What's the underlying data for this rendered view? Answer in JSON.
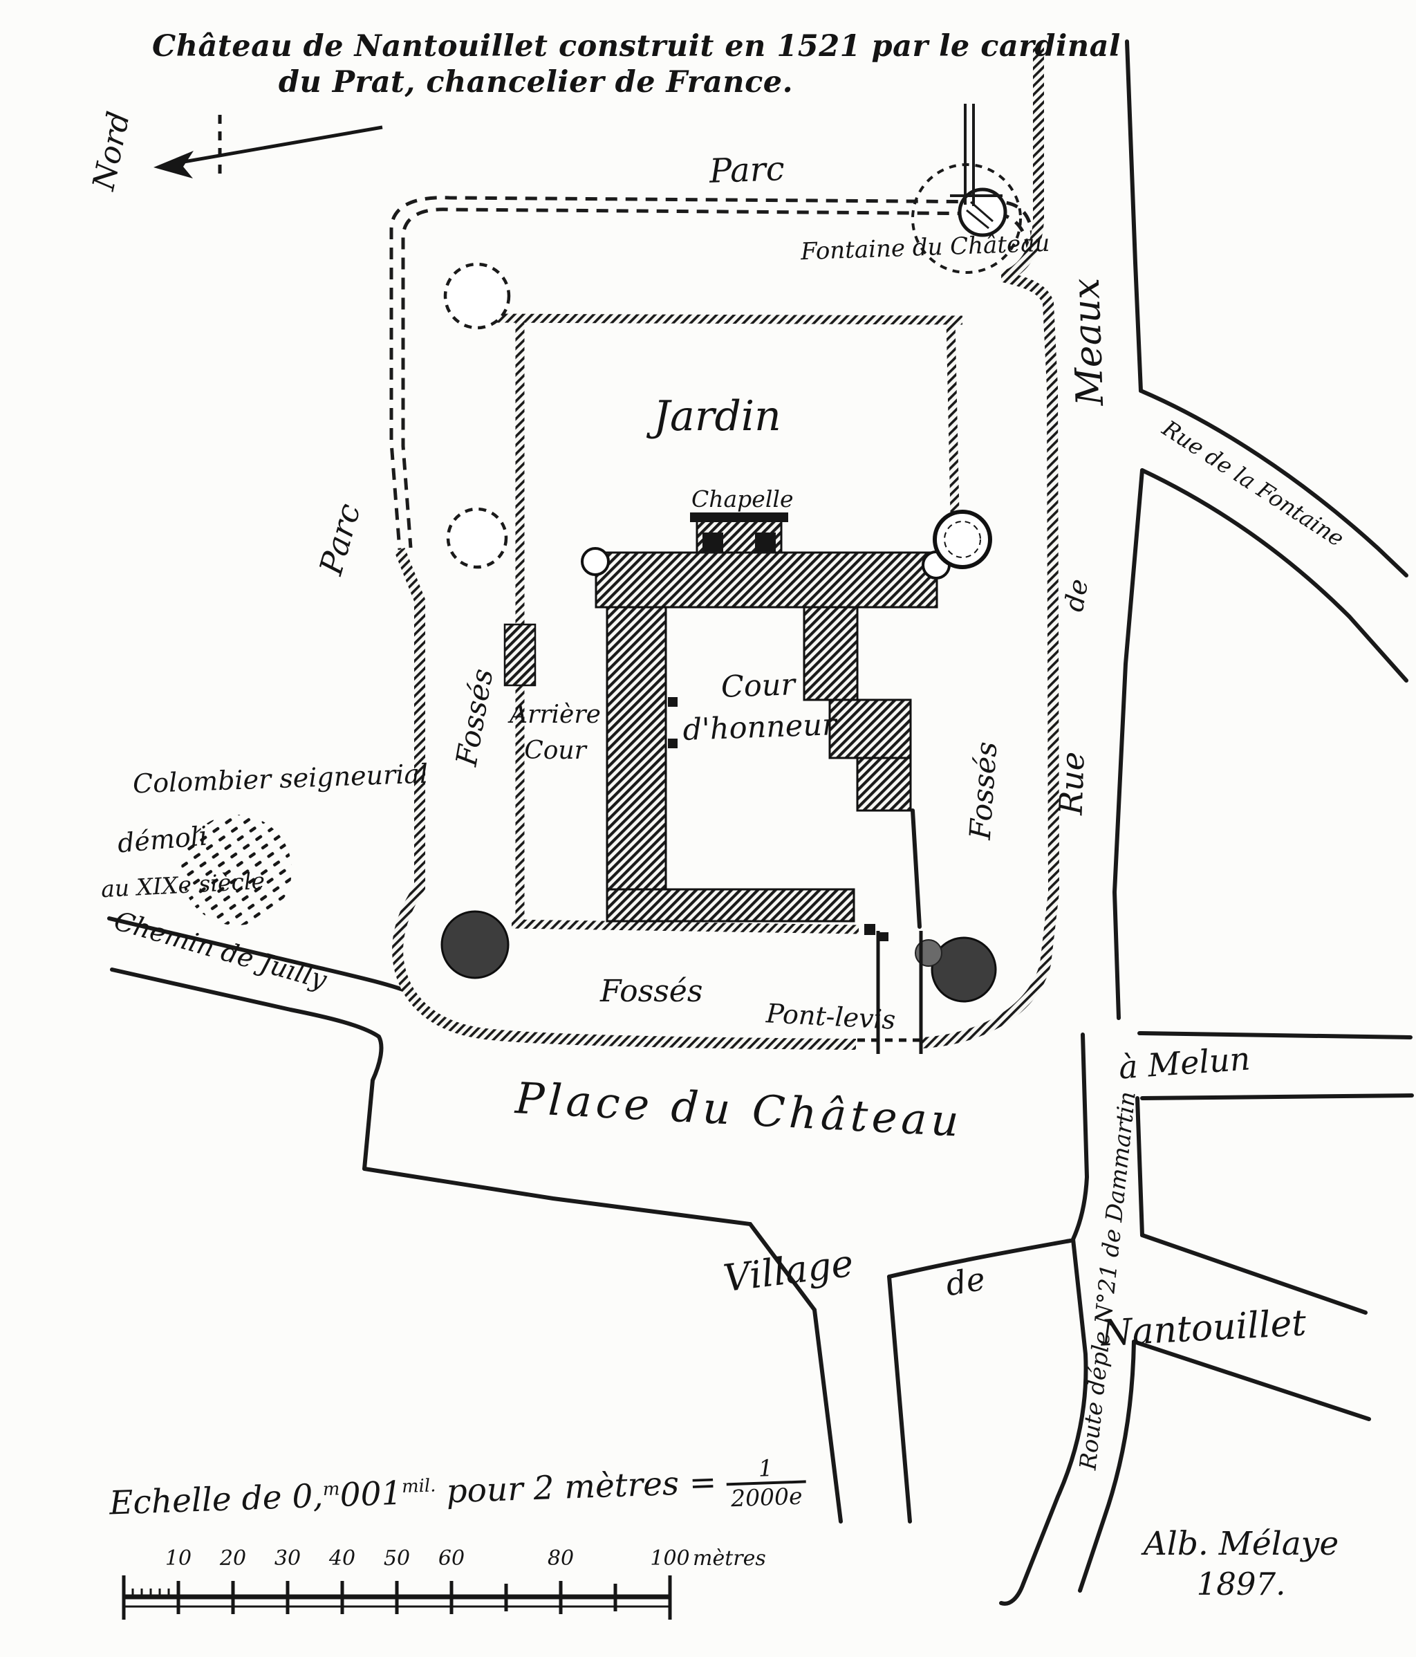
{
  "title": {
    "line1": "Château de Nantouillet construit en 1521 par le cardinal",
    "line2": "du Prat, chancelier de France."
  },
  "compass": {
    "north": "Nord"
  },
  "park": {
    "top": "Parc",
    "left": "Parc"
  },
  "chateau": {
    "fountain": "Fontaine du Château",
    "garden": "Jardin",
    "chapel": "Chapelle",
    "rear_court_line1": "Arrière",
    "rear_court_line2": "Cour",
    "court_line1": "Cour",
    "court_line2": "d'honneur",
    "moat_left": "Fossés",
    "moat_right": "Fossés",
    "moat_bottom": "Fossés",
    "drawbridge": "Pont-levis"
  },
  "dovecote": {
    "line1": "Colombier seigneurial",
    "line2": "démoli",
    "line3": "au XIXe siècle"
  },
  "streets": {
    "chemin_juilly": "Chemin de Juilly",
    "rue_word": "Rue",
    "de_word": "de",
    "meaux_word": "Meaux",
    "rue_fontaine": "Rue de la Fontaine",
    "place": "Place du Château",
    "melun": "à Melun",
    "route_dammartin": "Route déple N°21 de Dammartin"
  },
  "village": {
    "word": "Village",
    "de": "de",
    "name": "Nantouillet"
  },
  "scale": {
    "text_a": "Echelle de 0,",
    "sup_m": "m",
    "text_b": "001",
    "sup_mil": "mil.",
    "text_c": "pour 2 mètres =",
    "frac_num": "1",
    "frac_den": "2000e"
  },
  "scalebar": {
    "tick_labels": [
      "10",
      "20",
      "30",
      "40",
      "50",
      "60",
      "80",
      "100"
    ],
    "unit": "mètres"
  },
  "signature": {
    "name": "Alb. Mélaye",
    "year": "1897."
  }
}
